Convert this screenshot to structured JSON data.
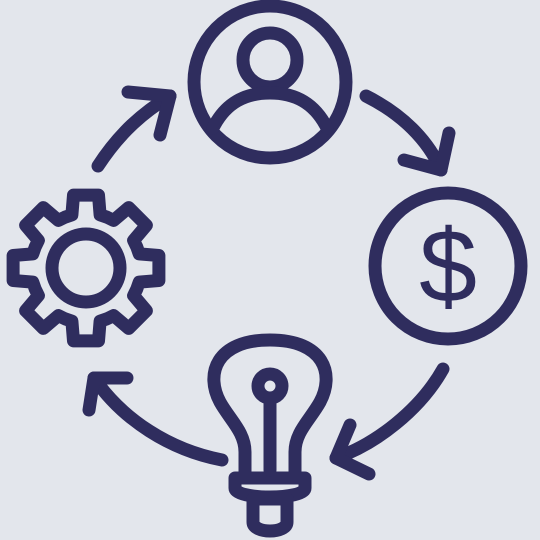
{
  "colors": {
    "background": "#e3e6ec",
    "ink": "#2f2d5e"
  },
  "diagram": {
    "type": "cycle",
    "nodes": [
      {
        "id": "person",
        "icon": "user-icon"
      },
      {
        "id": "money",
        "icon": "dollar-icon"
      },
      {
        "id": "idea",
        "icon": "lightbulb-icon"
      },
      {
        "id": "process",
        "icon": "gear-icon"
      }
    ],
    "edges": [
      {
        "from": "person",
        "to": "money"
      },
      {
        "from": "money",
        "to": "idea"
      },
      {
        "from": "idea",
        "to": "process"
      },
      {
        "from": "process",
        "to": "person"
      }
    ],
    "labels": {
      "dollar_symbol": "$"
    }
  }
}
